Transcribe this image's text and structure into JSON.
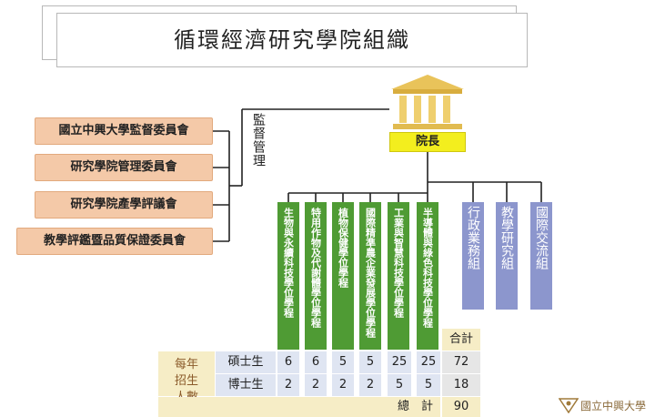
{
  "title": "循環經濟研究學院組織",
  "committees": [
    {
      "label": "國立中興大學監督委員會"
    },
    {
      "label": "研究學院管理委員會"
    },
    {
      "label": "研究學院產學評議會"
    },
    {
      "label": "教學評鑑暨品質保證委員會"
    }
  ],
  "supervise_label": "監督管理",
  "dean_label": "院長",
  "programs": [
    {
      "label": "生物與永續科技學位學程"
    },
    {
      "label": "特用作物及代謝體學位學程"
    },
    {
      "label": "植物保健學位學程"
    },
    {
      "label": "國際精準農企業發展學位學程"
    },
    {
      "label": "工業與智慧科技學位學程"
    },
    {
      "label": "半導體與綠色科技學位學程"
    }
  ],
  "units": [
    {
      "label": "行政業務組"
    },
    {
      "label": "教學研究組"
    },
    {
      "label": "國際交流組"
    }
  ],
  "table": {
    "row_header": "每年招生人數",
    "total_header": "合計",
    "masters_label": "碩士生",
    "phd_label": "博士生",
    "masters": [
      "6",
      "6",
      "5",
      "5",
      "25",
      "25"
    ],
    "phd": [
      "2",
      "2",
      "2",
      "2",
      "5",
      "5"
    ],
    "masters_total": "72",
    "phd_total": "18",
    "grand_label": "總　計",
    "grand_total": "90"
  },
  "logo_text": "國立中興大學",
  "colors": {
    "committee": "#f4c9a8",
    "program": "#4f9b34",
    "unit": "#8c96cd",
    "dean": "#f3ee1e",
    "building": "#e9c35a"
  }
}
